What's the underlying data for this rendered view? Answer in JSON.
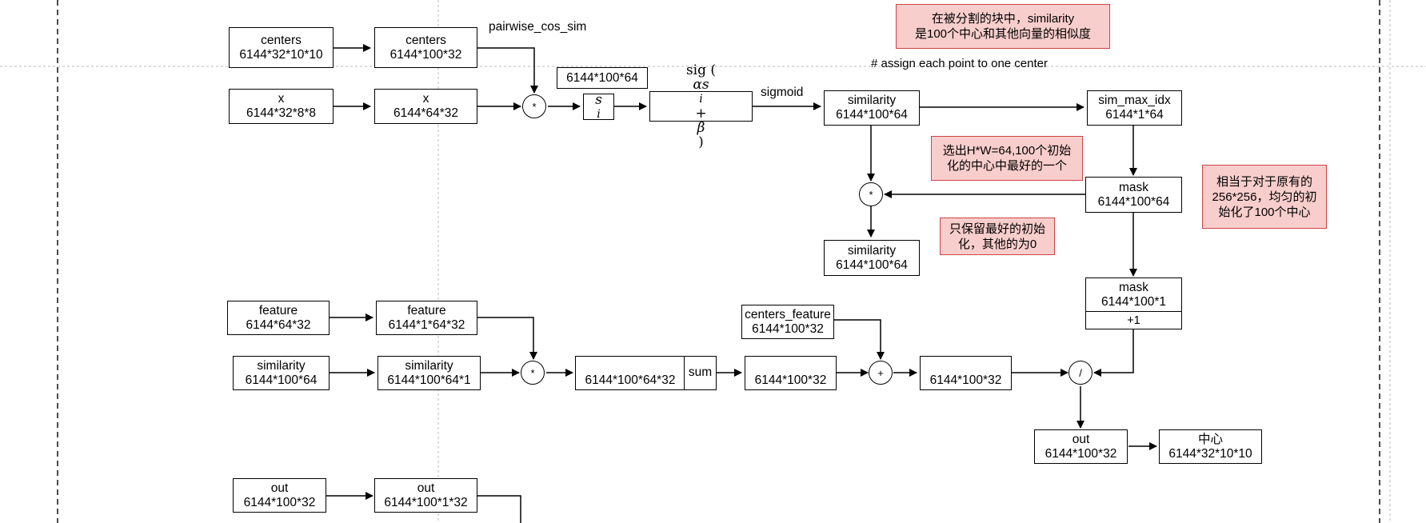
{
  "nodes": {
    "centers_a": [
      "centers",
      "6144*32*10*10"
    ],
    "centers_b": [
      "centers",
      "6144*100*32"
    ],
    "x_a": [
      "x",
      "6144*32*8*8"
    ],
    "x_b": [
      "x",
      "6144*64*32"
    ],
    "si_shape": "6144*100*64",
    "similarity_top": [
      "similarity",
      "6144*100*64"
    ],
    "sim_max_idx": [
      "sim_max_idx",
      "6144*1*64"
    ],
    "mask_a": [
      "mask",
      "6144*100*64"
    ],
    "similarity_masked": [
      "similarity",
      "6144*100*64"
    ],
    "mask_b": [
      "mask",
      "6144*100*1"
    ],
    "plus_one": "+1",
    "feature_a": [
      "feature",
      "6144*64*32"
    ],
    "feature_b": [
      "feature",
      "6144*1*64*32"
    ],
    "similarity_a": [
      "similarity",
      "6144*100*64"
    ],
    "similarity_b": [
      "similarity",
      "6144*100*64*1"
    ],
    "product": "6144*100*64*32",
    "sum": "sum",
    "summed": "6144*100*32",
    "centers_feature": [
      "centers_feature",
      "6144*100*32"
    ],
    "added": "6144*100*32",
    "out_a": [
      "out",
      "6144*100*32"
    ],
    "center_result": [
      "中心",
      "6144*32*10*10"
    ],
    "out_b": [
      "out",
      "6144*100*32"
    ],
    "out_c": [
      "out",
      "6144*100*1*32"
    ]
  },
  "ops": {
    "mul1": "*",
    "mul2": "*",
    "mul3": "*",
    "add": "+",
    "div": "/"
  },
  "labels": {
    "pairwise": "pairwise_cos_sim",
    "sigmoid": "sigmoid",
    "assign_comment": "# assign each point to one center"
  },
  "notes": {
    "note1": [
      "在被分割的块中，similarity",
      "是100个中心和其他向量的相似度"
    ],
    "note2": [
      "选出H*W=64,100个初始",
      "化的中心中最好的一个"
    ],
    "note3": [
      "只保留最好的初始",
      "化，其他的为0"
    ],
    "note4": [
      "相当于对于原有的",
      "256*256，均匀的初",
      "始化了100个中心"
    ]
  },
  "colors": {
    "note_fill": "#f8cecc",
    "note_border": "#cc4444",
    "guide_line": "#bbbbbb"
  }
}
